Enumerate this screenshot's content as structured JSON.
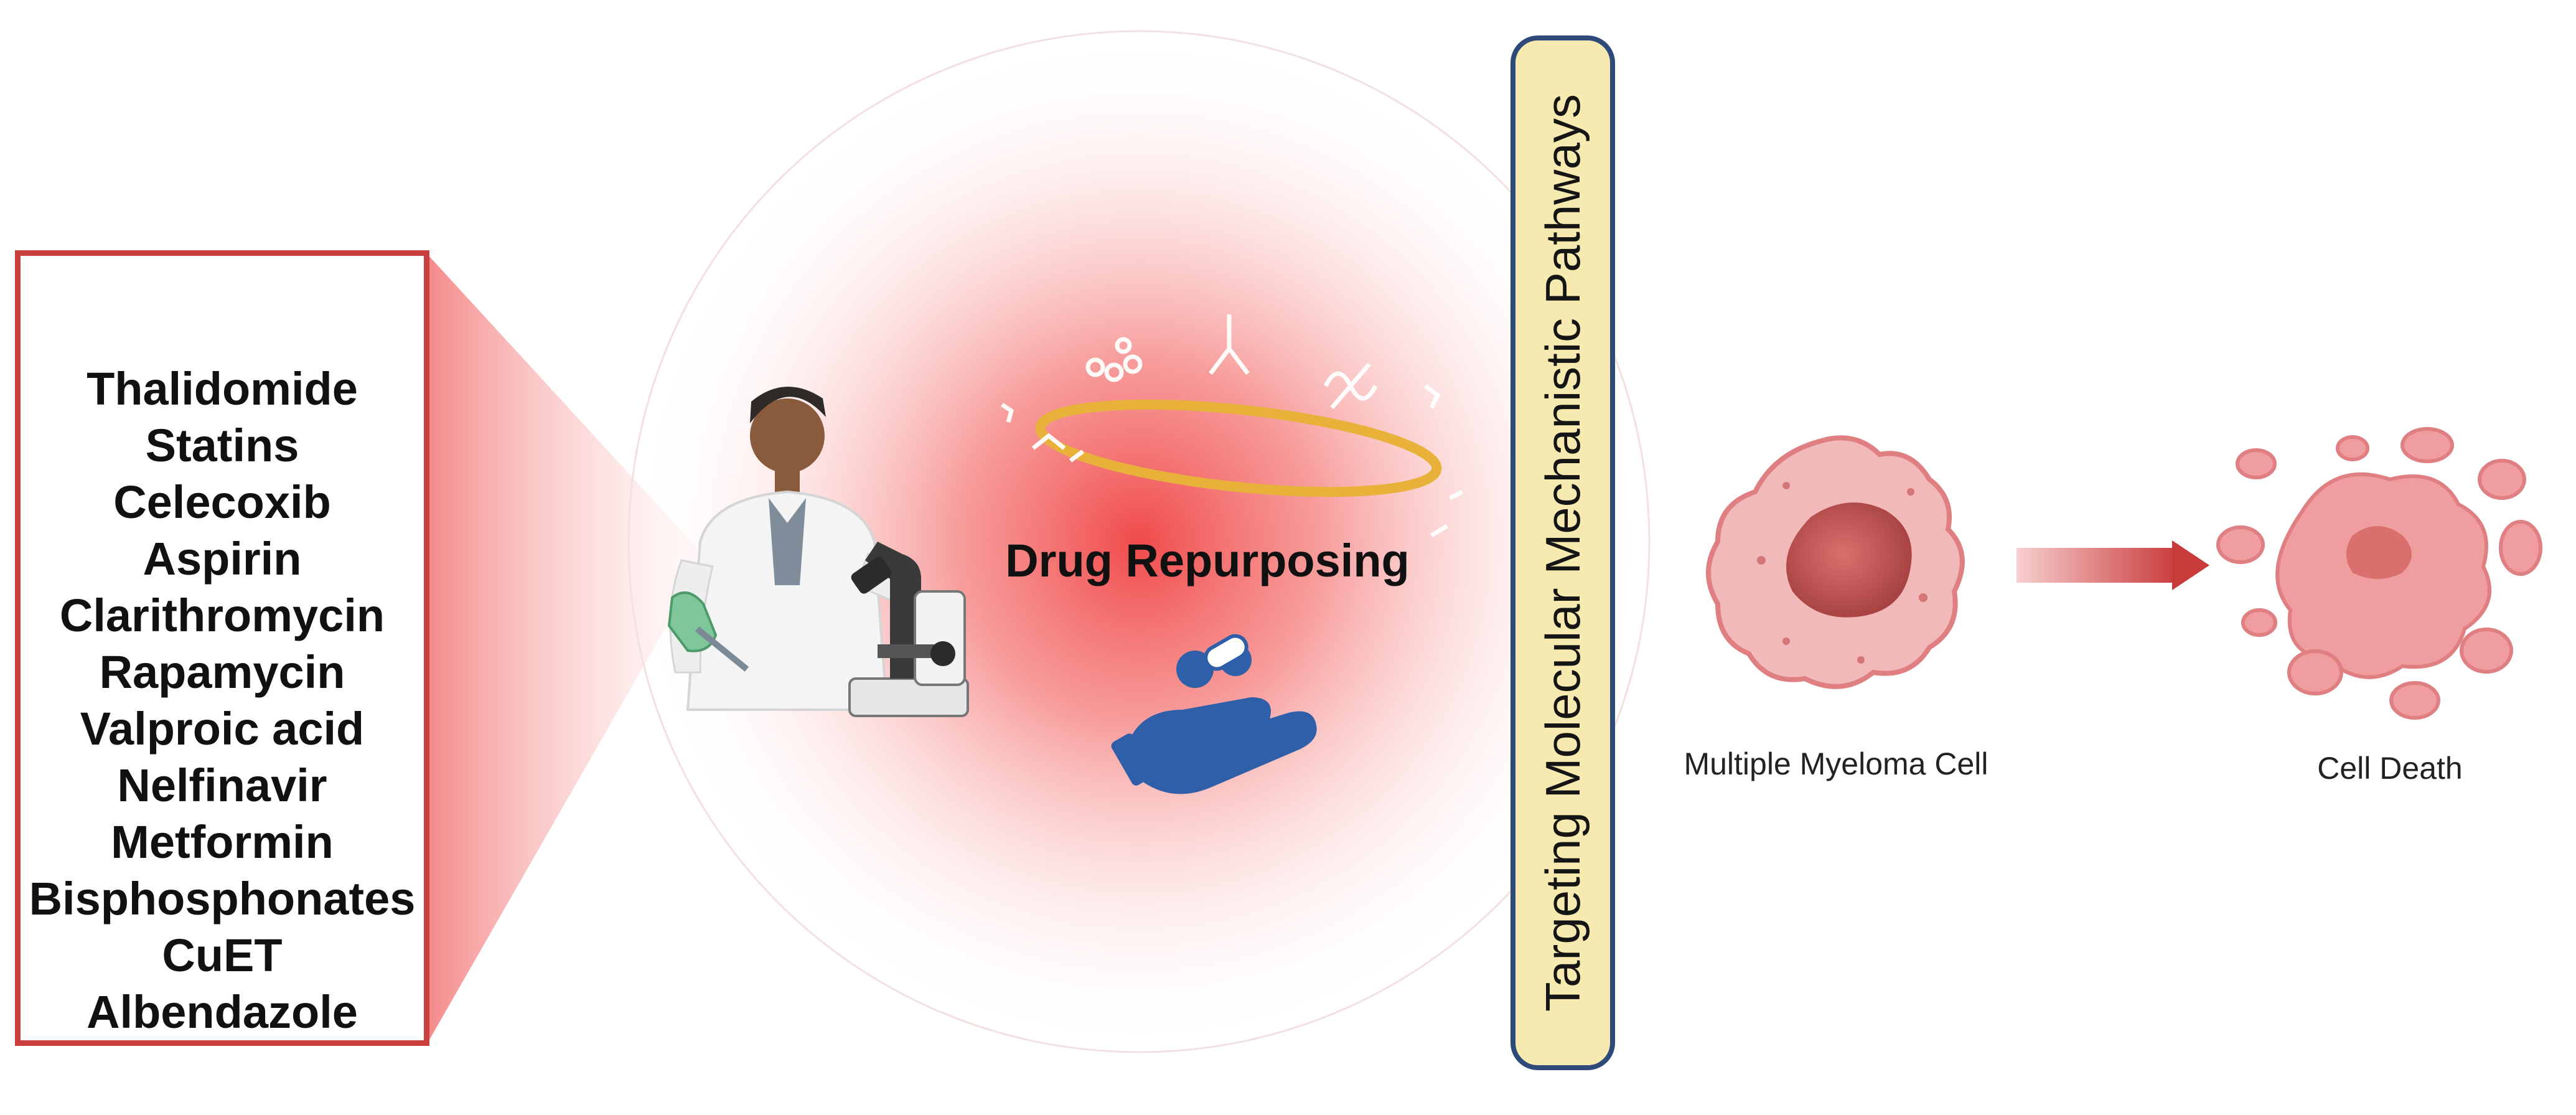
{
  "drugs": [
    "Thalidomide",
    "Statins",
    "Celecoxib",
    "Aspirin",
    "Clarithromycin",
    "Rapamycin",
    "Valproic acid",
    "Nelfinavir",
    "Metformin",
    "Bisphosphonates",
    "CuET",
    "Albendazole"
  ],
  "center": {
    "title": "Drug Repurposing"
  },
  "pathway": {
    "label": "Targeting Molecular Mechanistic Pathways"
  },
  "cells": {
    "myeloma_label": "Multiple Myeloma Cell",
    "death_label": "Cell Death"
  },
  "icons": [
    "pill-capsule-icon",
    "scientist-icon",
    "microscope-icon",
    "pipette-icon",
    "molecule-ring-icon",
    "hand-pill-icon",
    "myeloma-cell-icon",
    "arrow-right-icon",
    "cell-death-icon"
  ],
  "colors": {
    "accent_red": "#c9403f",
    "glow_red": "#f04a4a",
    "bar_fill": "#f7eab0",
    "bar_border": "#2e4a78",
    "icon_blue": "#2f5fa8",
    "ring_gold": "#e8b23a",
    "cell_pink": "#f2a6a8"
  }
}
